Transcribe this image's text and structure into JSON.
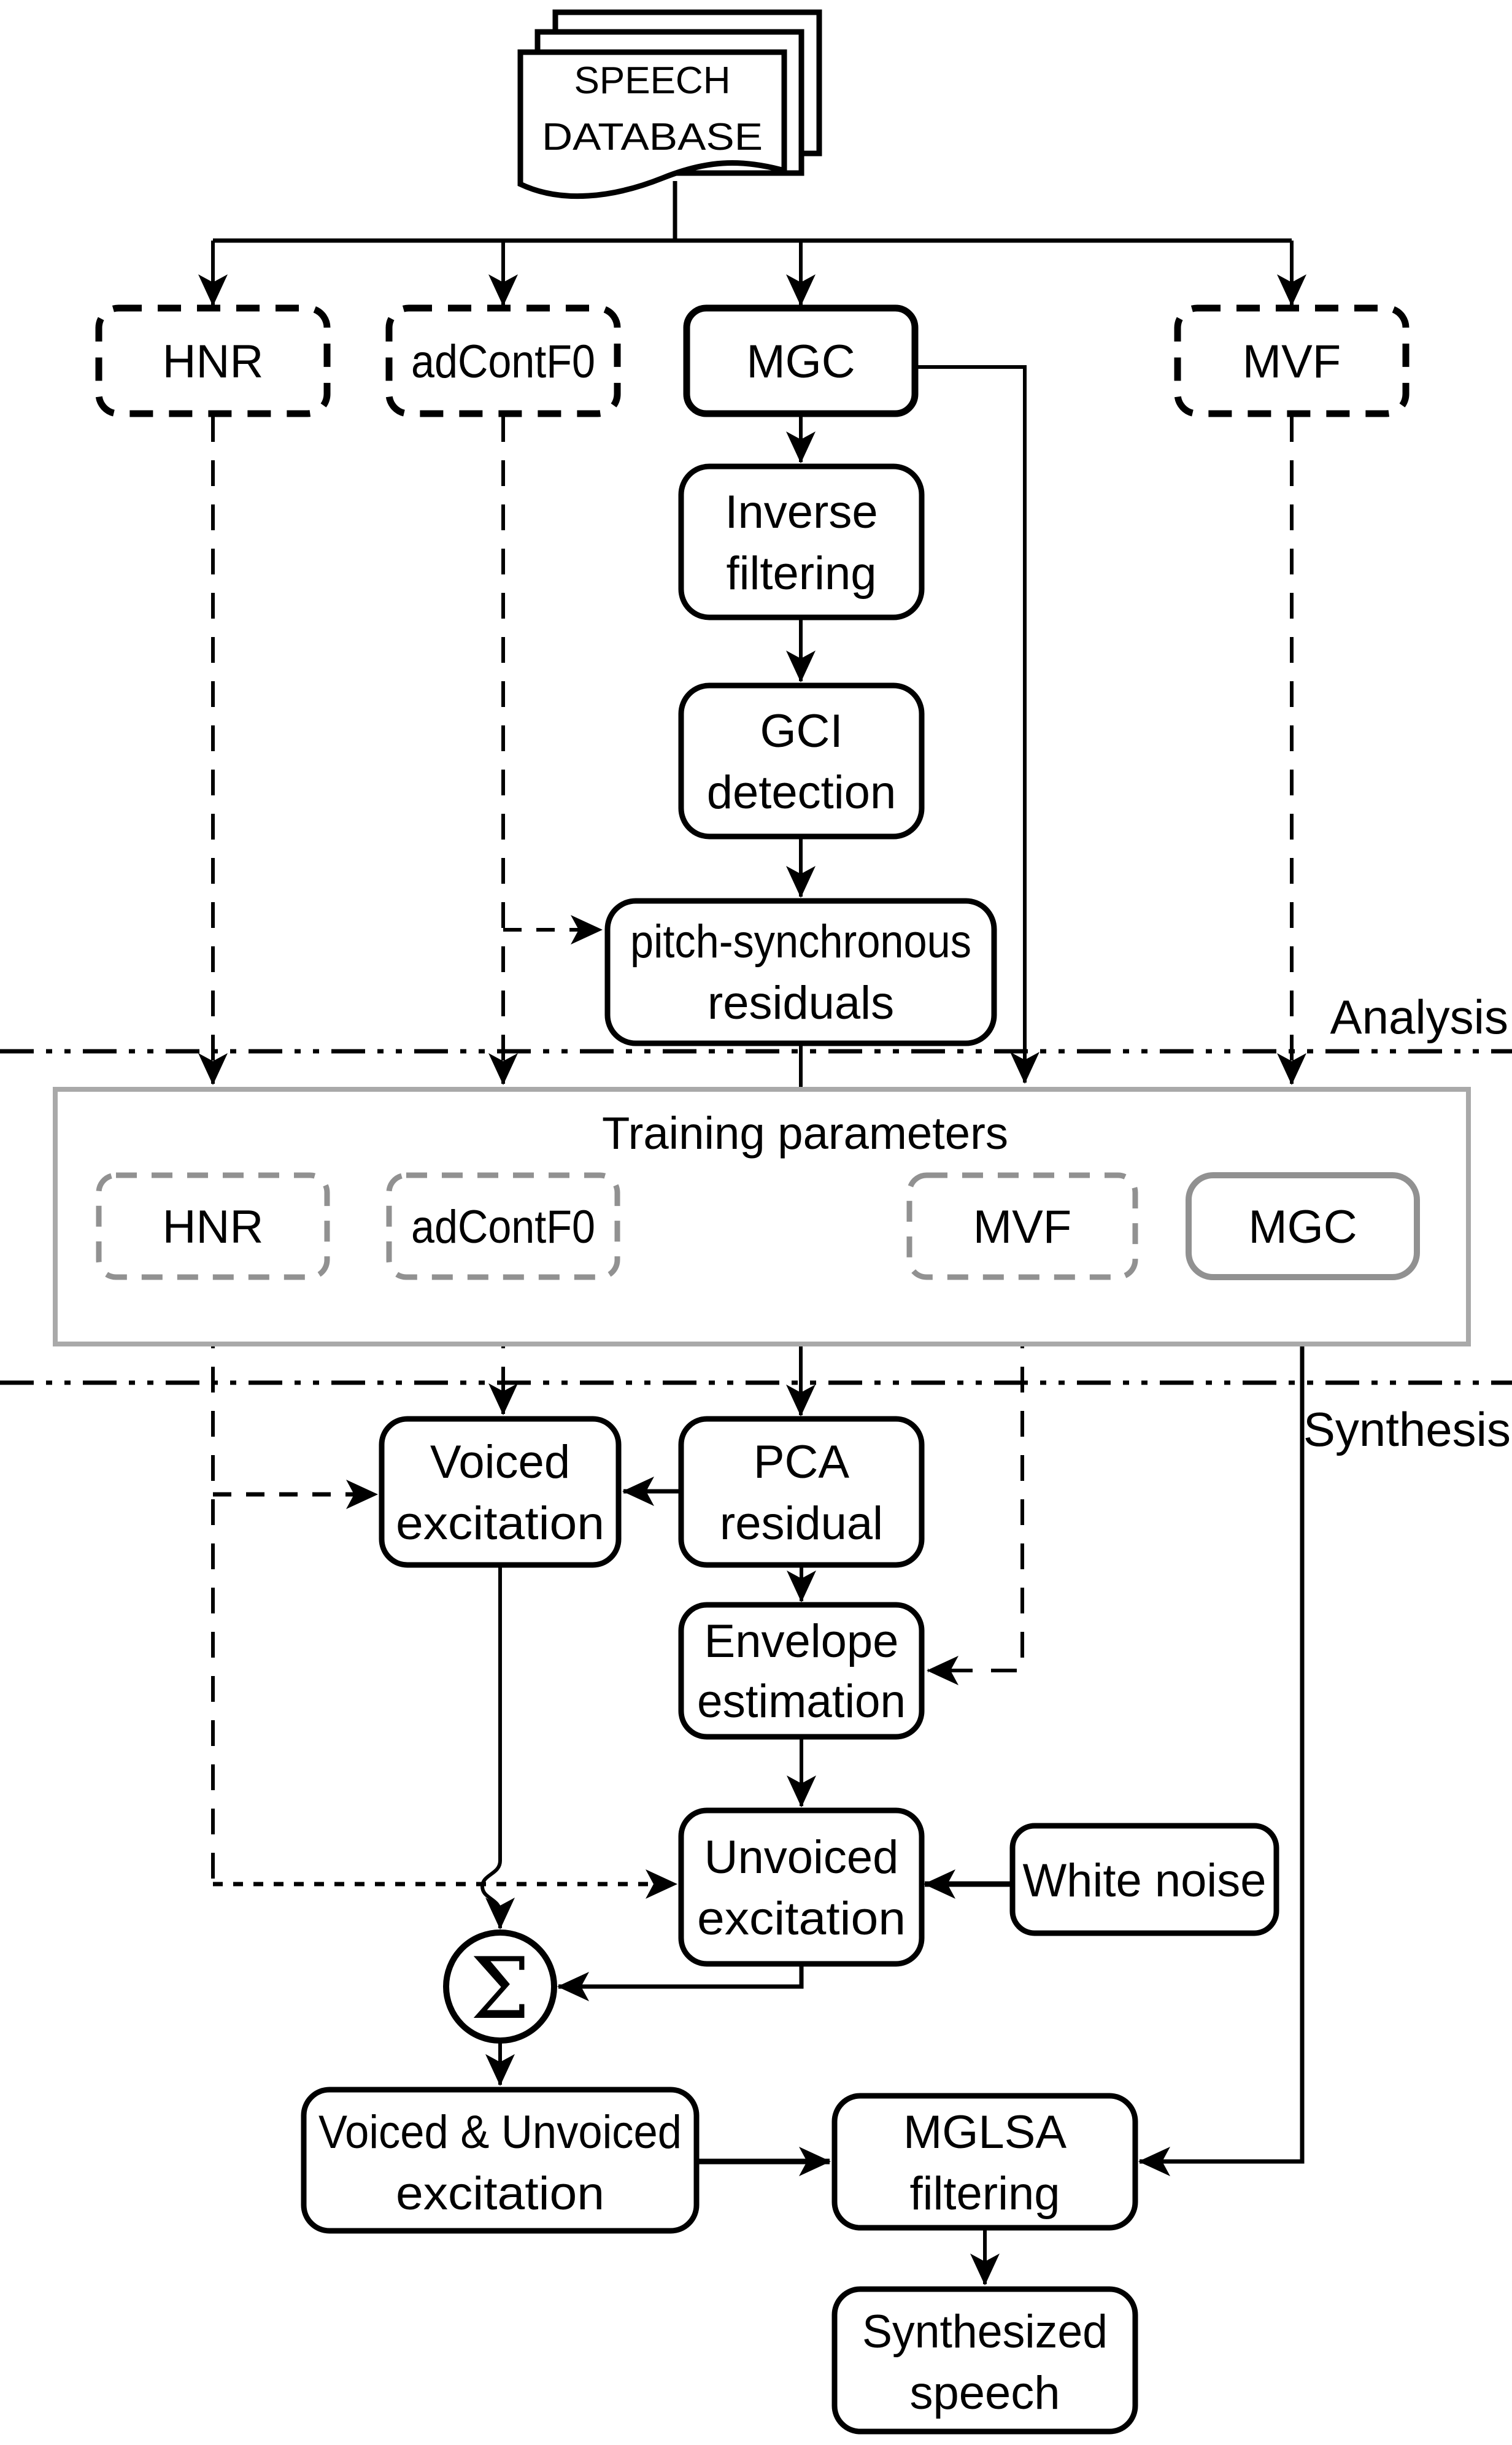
{
  "theme": {
    "line": "#000000",
    "container_stroke": "#a9a9a9",
    "gray_box_stroke": "#919191",
    "background": "#ffffff",
    "text": "#000000"
  },
  "sections": {
    "analysis": "Analysis",
    "synthesis": "Synthesis"
  },
  "nodes": {
    "speech_db": {
      "line1": "SPEECH",
      "line2": "DATABASE"
    },
    "hnr_top": "HNR",
    "adcontf0_top": "adContF0",
    "mgc_top": "MGC",
    "mvf_top": "MVF",
    "inverse": {
      "line1": "Inverse",
      "line2": "filtering"
    },
    "gci": {
      "line1": "GCI",
      "line2": "detection"
    },
    "residuals": {
      "line1": "pitch-synchronous",
      "line2": "residuals"
    },
    "training": {
      "title": "Training parameters",
      "hnr": "HNR",
      "adcontf0": "adContF0",
      "mvf": "MVF",
      "mgc": "MGC"
    },
    "voiced": {
      "line1": "Voiced",
      "line2": "excitation"
    },
    "pca": {
      "line1": "PCA",
      "line2": "residual"
    },
    "envelope": {
      "line1": "Envelope",
      "line2": "estimation"
    },
    "unvoiced": {
      "line1": "Unvoiced",
      "line2": "excitation"
    },
    "white_noise": "White noise",
    "sum": "Σ",
    "vu_excitation": {
      "line1": "Voiced & Unvoiced",
      "line2": "excitation"
    },
    "mglsa": {
      "line1": "MGLSA",
      "line2": "filtering"
    },
    "synthesized": {
      "line1": "Synthesized",
      "line2": "speech"
    }
  }
}
